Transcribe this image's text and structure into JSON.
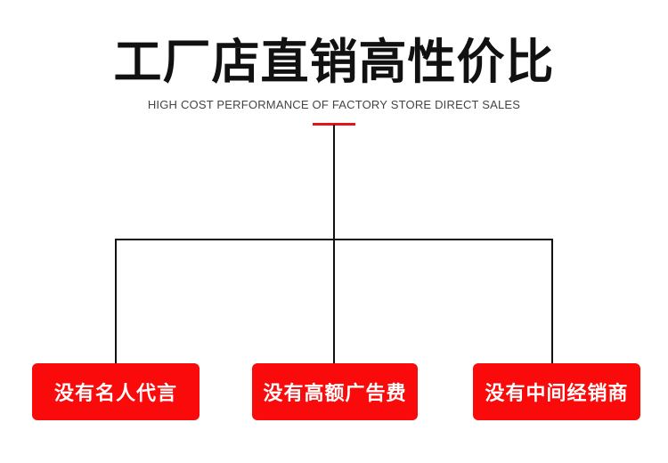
{
  "header": {
    "title": "工厂店直销高性价比",
    "subtitle": "HIGH COST PERFORMANCE OF FACTORY STORE DIRECT SALES"
  },
  "colors": {
    "accent": "#e4141b",
    "box_fill": "#fa0a0a",
    "line": "#111111",
    "text": "#111111"
  },
  "branches": [
    {
      "label": "没有名人代言"
    },
    {
      "label": "没有高额广告费"
    },
    {
      "label": "没有中间经销商"
    }
  ]
}
